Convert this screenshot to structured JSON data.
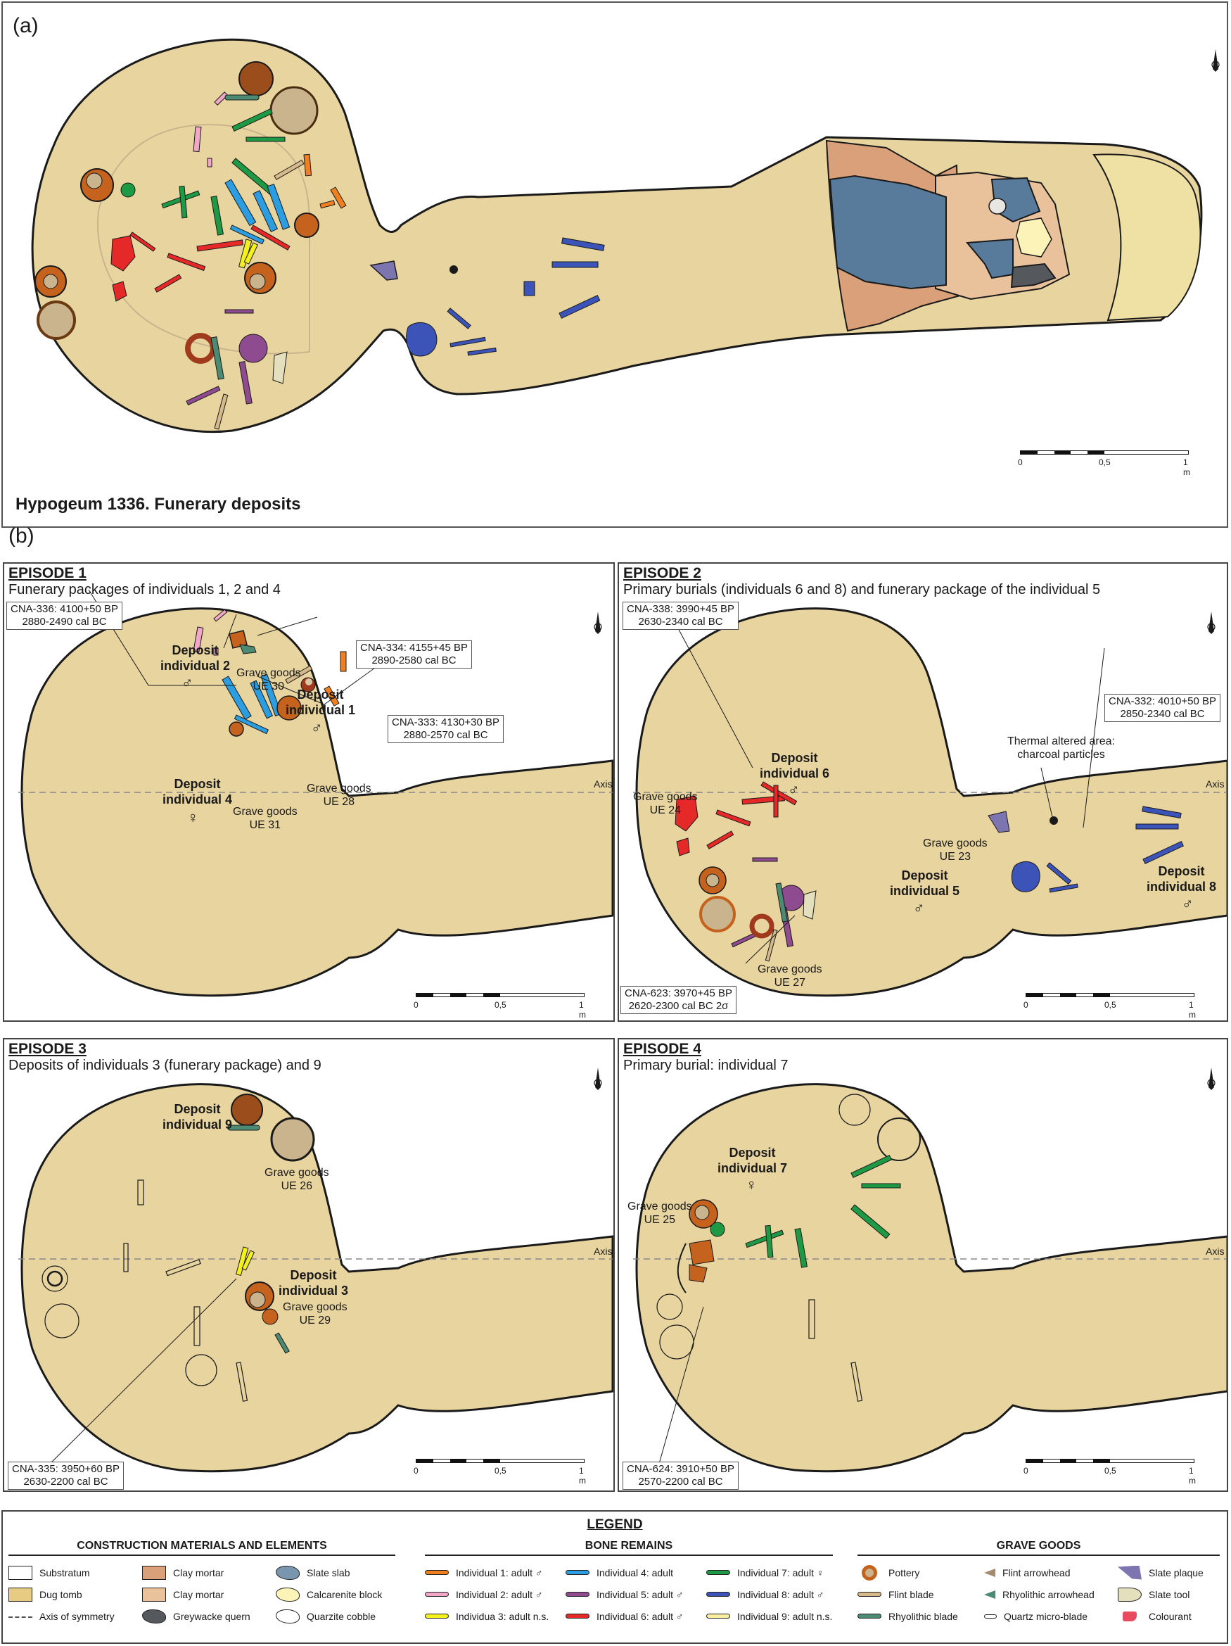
{
  "panel_a": {
    "label": "(a)",
    "title": "Hypogeum 1336. Funerary deposits",
    "scale": {
      "ticks": [
        "0",
        "0,5",
        "1 m"
      ]
    }
  },
  "panel_b": {
    "label": "(b)"
  },
  "episodes": [
    {
      "heading": "EPISODE 1",
      "subtitle": "Funerary packages of individuals 1, 2 and 4",
      "dates": [
        {
          "line1": "CNA-336: 4100+50 BP",
          "line2": "2880-2490 cal BC"
        },
        {
          "line1": "CNA-334: 4155+45 BP",
          "line2": "2890-2580 cal BC"
        },
        {
          "line1": "CNA-333: 4130+30 BP",
          "line2": "2880-2570 cal BC"
        }
      ],
      "deposits": [
        {
          "line1": "Deposit",
          "line2": "individual 2",
          "sex": "♂"
        },
        {
          "line1": "Deposit",
          "line2": "individual 1",
          "sex": "♂"
        },
        {
          "line1": "Deposit",
          "line2": "individual 4",
          "sex": "♀"
        }
      ],
      "grave_goods": [
        {
          "line1": "Grave goods",
          "line2": "UE 30"
        },
        {
          "line1": "Grave goods",
          "line2": "UE 28"
        },
        {
          "line1": "Grave goods",
          "line2": "UE 31"
        }
      ],
      "axis_label": "Axis",
      "scale": {
        "ticks": [
          "0",
          "0,5",
          "1 m"
        ]
      }
    },
    {
      "heading": "EPISODE 2",
      "subtitle": "Primary burials (individuals 6 and 8) and funerary package of the individual 5",
      "dates": [
        {
          "line1": "CNA-338: 3990+45 BP",
          "line2": "2630-2340 cal BC"
        },
        {
          "line1": "CNA-332: 4010+50 BP",
          "line2": "2850-2340 cal BC"
        },
        {
          "line1": "CNA-623: 3970+45 BP",
          "line2": "2620-2300 cal BC 2σ"
        }
      ],
      "deposits": [
        {
          "line1": "Deposit",
          "line2": "individual 6",
          "sex": "♂"
        },
        {
          "line1": "Deposit",
          "line2": "individual 5",
          "sex": "♂"
        },
        {
          "line1": "Deposit",
          "line2": "individual 8",
          "sex": "♂"
        }
      ],
      "grave_goods": [
        {
          "line1": "Grave goods",
          "line2": "UE 24"
        },
        {
          "line1": "Grave goods",
          "line2": "UE 23"
        },
        {
          "line1": "Grave goods",
          "line2": "UE 27"
        }
      ],
      "annotation": {
        "line1": "Thermal altered area:",
        "line2": "charcoal particles"
      },
      "axis_label": "Axis",
      "scale": {
        "ticks": [
          "0",
          "0,5",
          "1 m"
        ]
      }
    },
    {
      "heading": "EPISODE 3",
      "subtitle": "Deposits of individuals 3 (funerary package) and 9",
      "dates": [
        {
          "line1": "CNA-335: 3950+60 BP",
          "line2": "2630-2200 cal BC"
        }
      ],
      "deposits": [
        {
          "line1": "Deposit",
          "line2": "individual 9",
          "sex": ""
        },
        {
          "line1": "Deposit",
          "line2": "individual 3",
          "sex": ""
        }
      ],
      "grave_goods": [
        {
          "line1": "Grave goods",
          "line2": "UE 26"
        },
        {
          "line1": "Grave goods",
          "line2": "UE 29"
        }
      ],
      "axis_label": "Axis",
      "scale": {
        "ticks": [
          "0",
          "0,5",
          "1 m"
        ]
      }
    },
    {
      "heading": "EPISODE 4",
      "subtitle": "Primary burial: individual 7",
      "dates": [
        {
          "line1": "CNA-624: 3910+50 BP",
          "line2": "2570-2200 cal BC"
        }
      ],
      "deposits": [
        {
          "line1": "Deposit",
          "line2": "individual 7",
          "sex": "♀"
        }
      ],
      "grave_goods": [
        {
          "line1": "Grave goods",
          "line2": "UE 25"
        }
      ],
      "axis_label": "Axis",
      "scale": {
        "ticks": [
          "0",
          "0,5",
          "1 m"
        ]
      }
    }
  ],
  "legend": {
    "title": "LEGEND",
    "construction": {
      "title": "CONSTRUCTION MATERIALS AND ELEMENTS",
      "items": [
        {
          "label": "Substratum",
          "color": "#ffffff",
          "shape": "rect"
        },
        {
          "label": "Dug tomb",
          "color": "#e6cc82",
          "shape": "rect"
        },
        {
          "label": "Axis of symmetry",
          "color": "#555555",
          "shape": "dash"
        },
        {
          "label": "Clay mortar",
          "color": "#d9a07a",
          "shape": "rect"
        },
        {
          "label": "Clay mortar",
          "color": "#e9c29c",
          "shape": "rect"
        },
        {
          "label": "Greywacke quern",
          "color": "#55595e",
          "shape": "blob"
        },
        {
          "label": "Slate slab",
          "color": "#7a96ae",
          "shape": "blob"
        },
        {
          "label": "Calcarenite block",
          "color": "#fbf3b8",
          "shape": "blob"
        },
        {
          "label": "Quarzite cobble",
          "color": "#ffffff",
          "shape": "blob"
        }
      ]
    },
    "bones": {
      "title": "BONE REMAINS",
      "items": [
        {
          "label": "Individual 1: adult ♂",
          "color": "#f07f1f"
        },
        {
          "label": "Individual 2: adult ♂",
          "color": "#f2a7c9"
        },
        {
          "label": "Individua 3: adult n.s.",
          "color": "#f4f01c"
        },
        {
          "label": "Individual 4: adult",
          "color": "#2b9de0"
        },
        {
          "label": "Individual 5: adult ♂",
          "color": "#8e4b8f"
        },
        {
          "label": "Individual 6: adult ♂",
          "color": "#e52828"
        },
        {
          "label": "Individual 7: adult ♀",
          "color": "#1f9a44"
        },
        {
          "label": "Individual 8: adult ♂",
          "color": "#3c54b8"
        },
        {
          "label": "Individual 9: adult n.s.",
          "color": "#f8f0a0"
        }
      ]
    },
    "grave_goods": {
      "title": "GRAVE GOODS",
      "items": [
        {
          "label": "Pottery",
          "color": "#c5631e",
          "shape": "ring"
        },
        {
          "label": "Flint blade",
          "color": "#d6b98a",
          "shape": "bar"
        },
        {
          "label": "Rhyolithic blade",
          "color": "#4c8a74",
          "shape": "bar"
        },
        {
          "label": "Flint arrowhead",
          "color": "#a58a72",
          "shape": "arrow"
        },
        {
          "label": "Rhyolithic arrowhead",
          "color": "#4c8a74",
          "shape": "arrow"
        },
        {
          "label": "Quartz micro-blade",
          "color": "#ffffff",
          "shape": "micro"
        },
        {
          "label": "Slate plaque",
          "color": "#7d75b0",
          "shape": "plaque"
        },
        {
          "label": "Slate tool",
          "color": "#e4dfbd",
          "shape": "tool"
        },
        {
          "label": "Colourant",
          "color": "#e84a5f",
          "shape": "colourant"
        }
      ]
    }
  },
  "colors": {
    "tomb": "#e8d49f",
    "tomb_outline": "#1a1a1a",
    "pottery": "#c5631e",
    "pottery_inner": "#c9b48e",
    "pottery_dark": "#9b4e1c",
    "slate": "#587b9b",
    "axis": "#888888"
  }
}
